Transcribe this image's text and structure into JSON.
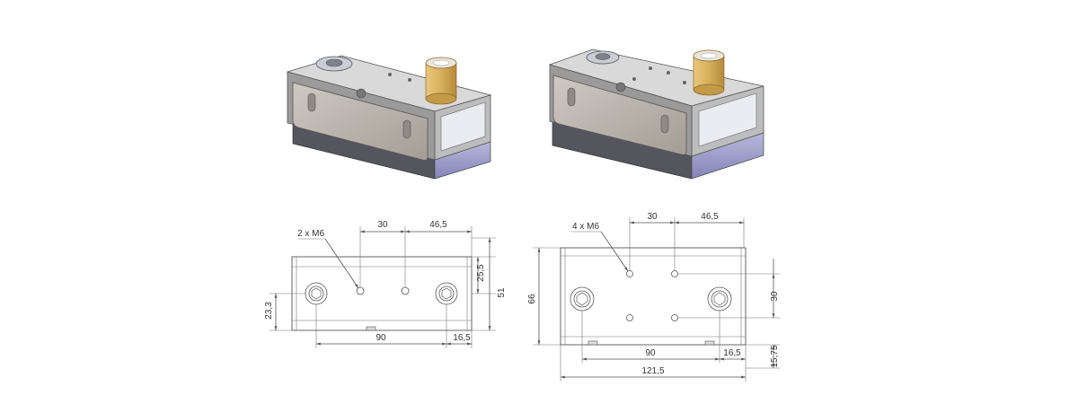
{
  "colors": {
    "line": "#555555",
    "steel_light": "#d9d9d9",
    "steel_mid": "#bdbdbd",
    "steel_dark": "#8a8a8a",
    "plate": "#b7b1ab",
    "rubber_base": "#55555e",
    "blue_base": "#9c9cc6",
    "window": "#e8e8f0",
    "brass": "#d8b05a"
  },
  "views": {
    "left_dims": {
      "hole_note": "2 x M6",
      "top_spacing": "30",
      "top_right": "46,5",
      "right_inner": "25,5",
      "right_outer": "51",
      "left_height": "23,3",
      "bottom_length": "90",
      "bottom_right": "16,5"
    },
    "right_dims": {
      "hole_note": "4 x M6",
      "top_spacing": "30",
      "top_right": "46,5",
      "left_height": "66",
      "right_spacing": "30",
      "bottom_length": "90",
      "bottom_right": "16,5",
      "overall_length": "121,5",
      "right_bottom": "15,75"
    }
  }
}
